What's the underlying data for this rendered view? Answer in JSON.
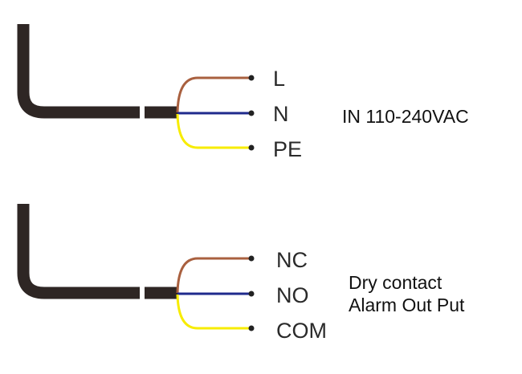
{
  "colors": {
    "cable": "#2e2624",
    "brown": "#a9603f",
    "blue": "#1f2a8c",
    "yellow": "#f7ec00",
    "terminal": "#222222"
  },
  "power": {
    "terminals": [
      "L",
      "N",
      "PE"
    ],
    "description": "IN 110-240VAC"
  },
  "alarm": {
    "terminals": [
      "NC",
      "NO",
      "COM"
    ],
    "description_line1": "Dry contact",
    "description_line2": "Alarm Out Put"
  }
}
